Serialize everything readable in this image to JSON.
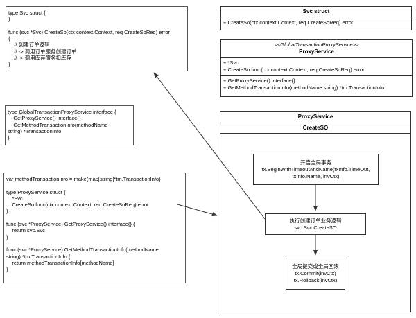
{
  "code_blocks": {
    "svc_impl": "type Svc struct {\n}\n\nfunc (svc *Svc) CreateSo(ctx context.Context, req CreateSoReq) error\n{\n    // 创建订单逻辑\n    // -> 调用订单服务创建订单\n    // -> 调用库存服务扣库存\n}",
    "interface_def": "type GlobalTransactionProxyService interface {\n    GetProxyService() interface{}\n    GetMethodTransactionInfo(methodName\nstring) *TransactionInfo\n}",
    "proxy_impl": "var methodTransactionInfo = make(map[string]*tm.TransactionInfo)\n\ntype ProxyService struct {\n    *Svc\n    CreateSo func(ctx context.Context, req CreateSoReq) error\n}\n\nfunc (svc *ProxyService) GetProxyService() interface{} {\n    return svc.Svc\n}\n\nfunc (svc *ProxyService) GetMethodTransactionInfo(methodName\nstring) *tm.TransactionInfo {\n    return methodTransactionInfo[methodName]\n}"
  },
  "svc_class": {
    "title": "Svc struct",
    "members": [
      "+ CreateSo(ctx context.Context, req CreateSoReq) error"
    ]
  },
  "proxy_class": {
    "stereotype": "<<GlobalTransactionProxyService>>",
    "title": "ProxyService",
    "fields": [
      "+ *Svc",
      "+ CreateSo func(ctx context.Context, req CreateSoReq) error"
    ],
    "methods": [
      "+ GetProxyService() interface{}",
      "+ GetMethodTransactionInfo(methodName string) *tm.TransactionInfo"
    ]
  },
  "flow_container": {
    "title": "ProxyService",
    "subtitle": "CreateSO"
  },
  "flow_steps": {
    "begin": "开启全局事务\ntx.BeginWithTimeoutAndName(txInfo.TimeOut,\ntxInfo.Name, invCtx)",
    "execute": "执行创建订单业务逻辑\nsvc.Svc.CreateSO",
    "commit": "全局提交或全局回滚\ntx.Commit(invCtx)\ntx.Rollback(invCtx)"
  },
  "colors": {
    "stroke": "#333333",
    "background": "#ffffff",
    "text": "#000000"
  }
}
